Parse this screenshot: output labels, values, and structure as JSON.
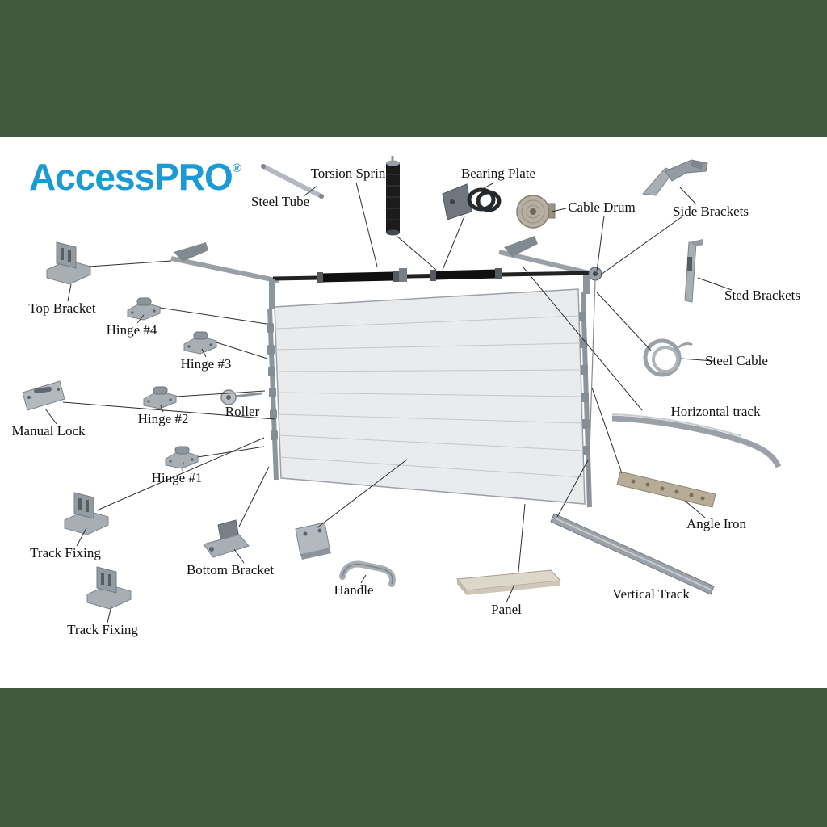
{
  "colors": {
    "band_green": "#43593f",
    "brand_blue": "#1b9ad6",
    "label_text": "#111111"
  },
  "logo": {
    "part1": "Access",
    "part2": "PRO",
    "registered": "®"
  },
  "labels": {
    "steel_tube": "Steel Tube",
    "torsion_spring": "Torsion Sprin",
    "bearing_plate": "Bearing Plate",
    "cable_drum": "Cable Drum",
    "side_brackets": "Side Brackets",
    "sted_brackets": "Sted Brackets",
    "steel_cable": "Steel Cable",
    "horizontal_track": "Horizontal track",
    "angle_iron": "Angle Iron",
    "vertical_track": "Vertical Track",
    "panel": "Panel",
    "handle": "Handle",
    "bottom_bracket": "Bottom Bracket",
    "track_fixing_upper": "Track Fixing",
    "track_fixing_lower": "Track Fixing",
    "top_bracket": "Top Bracket",
    "hinge_4": "Hinge #4",
    "hinge_3": "Hinge #3",
    "hinge_2": "Hinge #2",
    "roller": "Roller",
    "manual_lock": "Manual Lock",
    "hinge_1": "Hinge #1"
  }
}
